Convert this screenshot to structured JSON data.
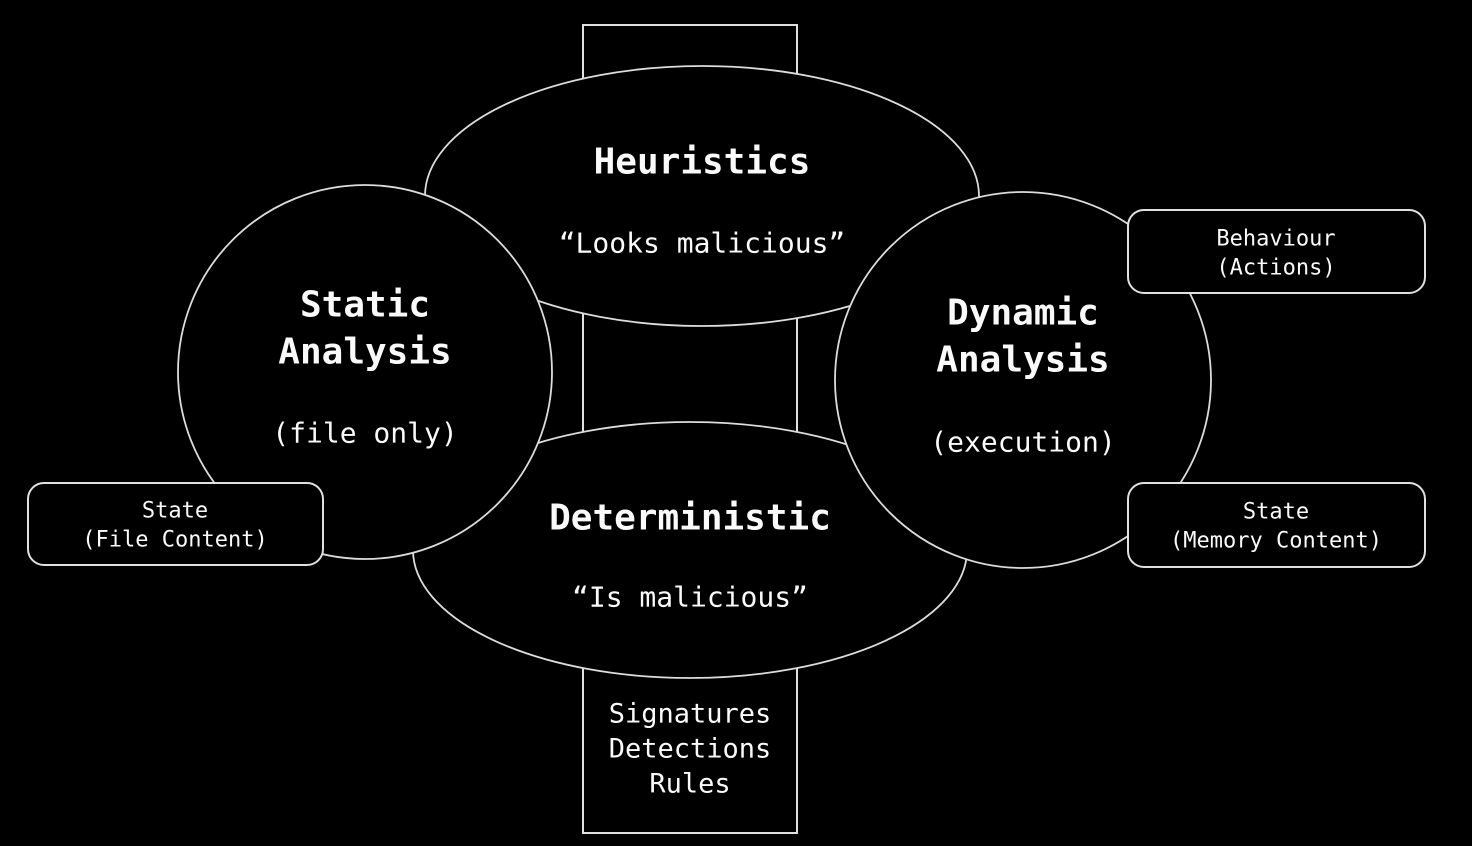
{
  "diagram": {
    "colors": {
      "background": "#000000",
      "stroke": "#e0e0e0",
      "text": "#fafafa"
    },
    "heuristics": {
      "title": "Heuristics",
      "quote": "“Looks malicious”"
    },
    "static_analysis": {
      "title_line1": "Static",
      "title_line2": "Analysis",
      "note": "(file only)"
    },
    "dynamic_analysis": {
      "title_line1": "Dynamic",
      "title_line2": "Analysis",
      "note": "(execution)"
    },
    "deterministic": {
      "title": "Deterministic",
      "quote": "“Is malicious”"
    },
    "connector_box": {
      "line1": "Signatures",
      "line2": "Detections",
      "line3": "Rules"
    },
    "labels": {
      "behaviour": {
        "line1": "Behaviour",
        "line2": "(Actions)"
      },
      "memory_state": {
        "line1": "State",
        "line2": "(Memory Content)"
      },
      "file_state": {
        "line1": "State",
        "line2": "(File Content)"
      }
    }
  }
}
